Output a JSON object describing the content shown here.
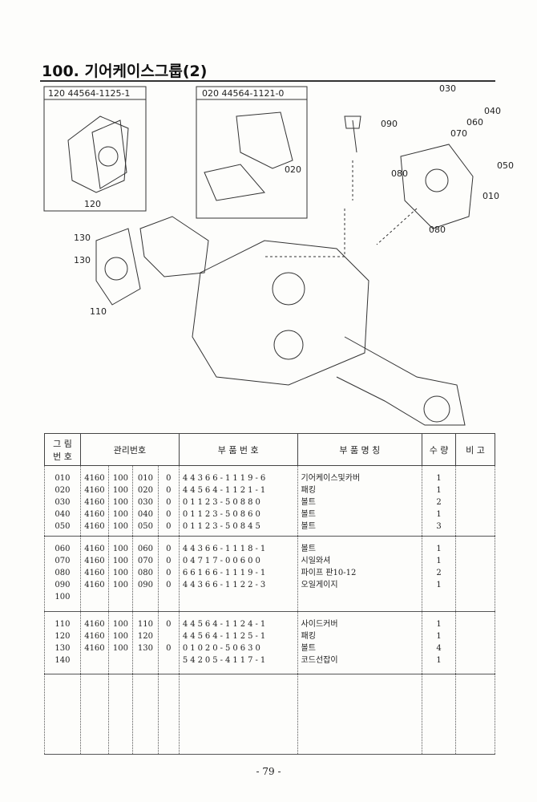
{
  "title": "100. 기어케이스그룹(2)",
  "inset_boxes": [
    {
      "label": "120  44564-1125-1"
    },
    {
      "label": "020  44564-1121-0"
    }
  ],
  "callouts": [
    "030",
    "040",
    "060",
    "070",
    "050",
    "010",
    "090",
    "080",
    "080",
    "020",
    "120",
    "130",
    "130",
    "110"
  ],
  "table": {
    "headers": {
      "fig_no": "그 림\n번 호",
      "mgmt_no": "관리번호",
      "part_no": "부 품 번 호",
      "part_name": "부 품 명 칭",
      "qty": "수 량",
      "remarks": "비 고"
    },
    "rows": [
      {
        "fig": "010",
        "m1": "4160",
        "m2": "100",
        "m3": "010",
        "m4": "0",
        "part": "44366-1119-6",
        "name": "기어케이스및카버",
        "qty": "1"
      },
      {
        "fig": "020",
        "m1": "4160",
        "m2": "100",
        "m3": "020",
        "m4": "0",
        "part": "44564-1121-1",
        "name": "패킹",
        "qty": "1"
      },
      {
        "fig": "030",
        "m1": "4160",
        "m2": "100",
        "m3": "030",
        "m4": "0",
        "part": "01123-50880",
        "name": "볼트",
        "qty": "2"
      },
      {
        "fig": "040",
        "m1": "4160",
        "m2": "100",
        "m3": "040",
        "m4": "0",
        "part": "01123-50860",
        "name": "볼트",
        "qty": "1"
      },
      {
        "fig": "050",
        "m1": "4160",
        "m2": "100",
        "m3": "050",
        "m4": "0",
        "part": "01123-50845",
        "name": "볼트",
        "qty": "3"
      },
      {
        "fig": "060",
        "m1": "4160",
        "m2": "100",
        "m3": "060",
        "m4": "0",
        "part": "44366-1118-1",
        "name": "볼트",
        "qty": "1"
      },
      {
        "fig": "070",
        "m1": "4160",
        "m2": "100",
        "m3": "070",
        "m4": "0",
        "part": "04717-00600",
        "name": "시일와셔",
        "qty": "1"
      },
      {
        "fig": "080",
        "m1": "4160",
        "m2": "100",
        "m3": "080",
        "m4": "0",
        "part": "66166-1119-1",
        "name": "파이프 판10-12",
        "qty": "2"
      },
      {
        "fig": "090",
        "m1": "4160",
        "m2": "100",
        "m3": "090",
        "m4": "0",
        "part": "44366-1122-3",
        "name": "오일게이지",
        "qty": "1"
      },
      {
        "fig": "100",
        "m1": "",
        "m2": "",
        "m3": "",
        "m4": "",
        "part": "",
        "name": "",
        "qty": ""
      },
      {
        "fig": "110",
        "m1": "4160",
        "m2": "100",
        "m3": "110",
        "m4": "0",
        "part": "44564-1124-1",
        "name": "사이드커버",
        "qty": "1"
      },
      {
        "fig": "120",
        "m1": "4160",
        "m2": "100",
        "m3": "120",
        "m4": "",
        "part": "44564-1125-1",
        "name": "패킹",
        "qty": "1"
      },
      {
        "fig": "130",
        "m1": "4160",
        "m2": "100",
        "m3": "130",
        "m4": "0",
        "part": "01020-50630",
        "name": "볼트",
        "qty": "4"
      },
      {
        "fig": "140",
        "m1": "",
        "m2": "",
        "m3": "",
        "m4": "",
        "part": "54205-4117-1",
        "name": "코드선잡이",
        "qty": "1"
      }
    ],
    "groups": [
      [
        0,
        5
      ],
      [
        5,
        10
      ],
      [
        10,
        14
      ]
    ]
  },
  "page_number": "- 79 -"
}
